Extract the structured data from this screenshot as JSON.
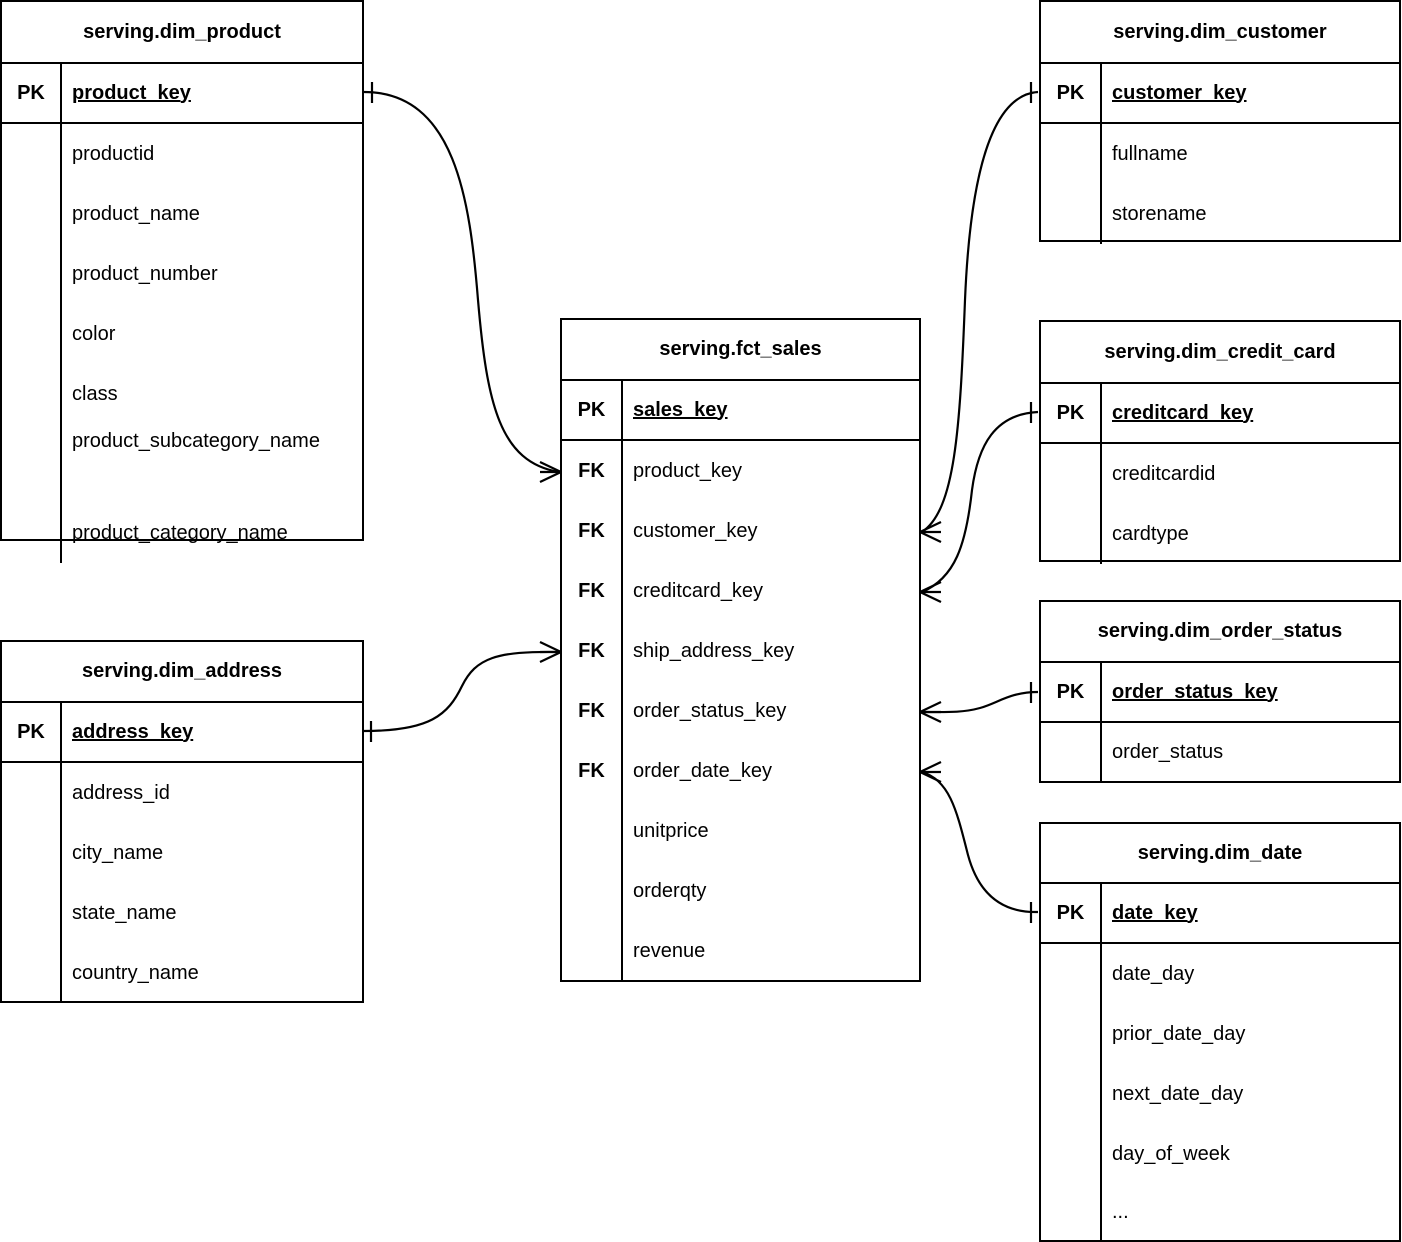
{
  "diagram": {
    "title": "serving layer star schema",
    "notation": "crow-foot",
    "background_color": "#ffffff",
    "line_color": "#000000",
    "pk_marker_label": "PK",
    "fk_marker_label": "FK"
  },
  "entities": [
    {
      "id": "dim_product",
      "name": "serving.dim_product",
      "pk": {
        "key": "PK",
        "name": "product_key"
      },
      "attributes": [
        {
          "key": "",
          "name": "productid"
        },
        {
          "key": "",
          "name": "product_name"
        },
        {
          "key": "",
          "name": "product_number"
        },
        {
          "key": "",
          "name": "color"
        },
        {
          "key": "",
          "name": "class"
        },
        {
          "key": "",
          "name": "product_subcategory_name"
        },
        {
          "key": "",
          "name": "product_category_name"
        }
      ]
    },
    {
      "id": "dim_address",
      "name": "serving.dim_address",
      "pk": {
        "key": "PK",
        "name": "address_key"
      },
      "attributes": [
        {
          "key": "",
          "name": "address_id"
        },
        {
          "key": "",
          "name": "city_name"
        },
        {
          "key": "",
          "name": "state_name"
        },
        {
          "key": "",
          "name": "country_name"
        }
      ]
    },
    {
      "id": "fct_sales",
      "name": "serving.fct_sales",
      "pk": {
        "key": "PK",
        "name": "sales_key"
      },
      "attributes": [
        {
          "key": "FK",
          "name": "product_key"
        },
        {
          "key": "FK",
          "name": "customer_key"
        },
        {
          "key": "FK",
          "name": "creditcard_key"
        },
        {
          "key": "FK",
          "name": "ship_address_key"
        },
        {
          "key": "FK",
          "name": "order_status_key"
        },
        {
          "key": "FK",
          "name": "order_date_key"
        },
        {
          "key": "",
          "name": "unitprice"
        },
        {
          "key": "",
          "name": "orderqty"
        },
        {
          "key": "",
          "name": "revenue"
        }
      ]
    },
    {
      "id": "dim_customer",
      "name": "serving.dim_customer",
      "pk": {
        "key": "PK",
        "name": "customer_key"
      },
      "attributes": [
        {
          "key": "",
          "name": "fullname"
        },
        {
          "key": "",
          "name": "storename"
        }
      ]
    },
    {
      "id": "dim_credit_card",
      "name": "serving.dim_credit_card",
      "pk": {
        "key": "PK",
        "name": "creditcard_key"
      },
      "attributes": [
        {
          "key": "",
          "name": "creditcardid"
        },
        {
          "key": "",
          "name": "cardtype"
        }
      ]
    },
    {
      "id": "dim_order_status",
      "name": "serving.dim_order_status",
      "pk": {
        "key": "PK",
        "name": "order_status_key"
      },
      "attributes": [
        {
          "key": "",
          "name": "order_status"
        }
      ]
    },
    {
      "id": "dim_date",
      "name": "serving.dim_date",
      "pk": {
        "key": "PK",
        "name": "date_key"
      },
      "attributes": [
        {
          "key": "",
          "name": "date_day"
        },
        {
          "key": "",
          "name": "prior_date_day"
        },
        {
          "key": "",
          "name": "next_date_day"
        },
        {
          "key": "",
          "name": "day_of_week"
        },
        {
          "key": "",
          "name": "..."
        }
      ]
    }
  ],
  "relationships": [
    {
      "id": "rel-product",
      "from": "dim_product.product_key",
      "to": "fct_sales.product_key",
      "from_cardinality": "one",
      "to_cardinality": "many"
    },
    {
      "id": "rel-address",
      "from": "dim_address.address_key",
      "to": "fct_sales.ship_address_key",
      "from_cardinality": "one",
      "to_cardinality": "many"
    },
    {
      "id": "rel-customer",
      "from": "dim_customer.customer_key",
      "to": "fct_sales.customer_key",
      "from_cardinality": "one",
      "to_cardinality": "many"
    },
    {
      "id": "rel-creditcard",
      "from": "dim_credit_card.creditcard_key",
      "to": "fct_sales.creditcard_key",
      "from_cardinality": "one",
      "to_cardinality": "many"
    },
    {
      "id": "rel-orderstatus",
      "from": "dim_order_status.order_status_key",
      "to": "fct_sales.order_status_key",
      "from_cardinality": "one",
      "to_cardinality": "many"
    },
    {
      "id": "rel-date",
      "from": "dim_date.date_key",
      "to": "fct_sales.order_date_key",
      "from_cardinality": "one",
      "to_cardinality": "many"
    }
  ]
}
